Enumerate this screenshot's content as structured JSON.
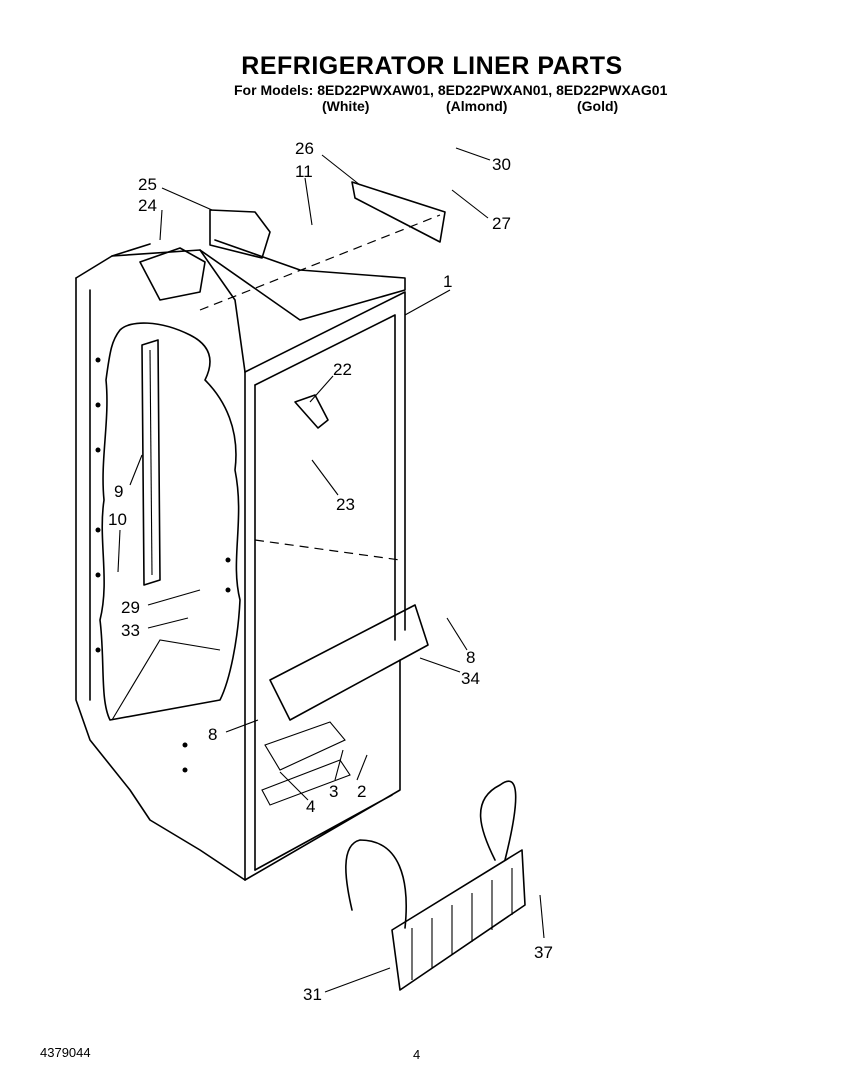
{
  "header": {
    "title": "REFRIGERATOR LINER PARTS",
    "models_line": "For Models: 8ED22PWXAW01, 8ED22PWXAN01, 8ED22PWXAG01",
    "finishes": [
      "(White)",
      "(Almond)",
      "(Gold)"
    ]
  },
  "callouts": [
    "26",
    "11",
    "30",
    "25",
    "24",
    "27",
    "1",
    "22",
    "23",
    "9",
    "10",
    "29",
    "33",
    "8",
    "34",
    "8",
    "4",
    "3",
    "2",
    "37",
    "31"
  ],
  "footer": {
    "doc_number": "4379044",
    "page_number": "4"
  }
}
